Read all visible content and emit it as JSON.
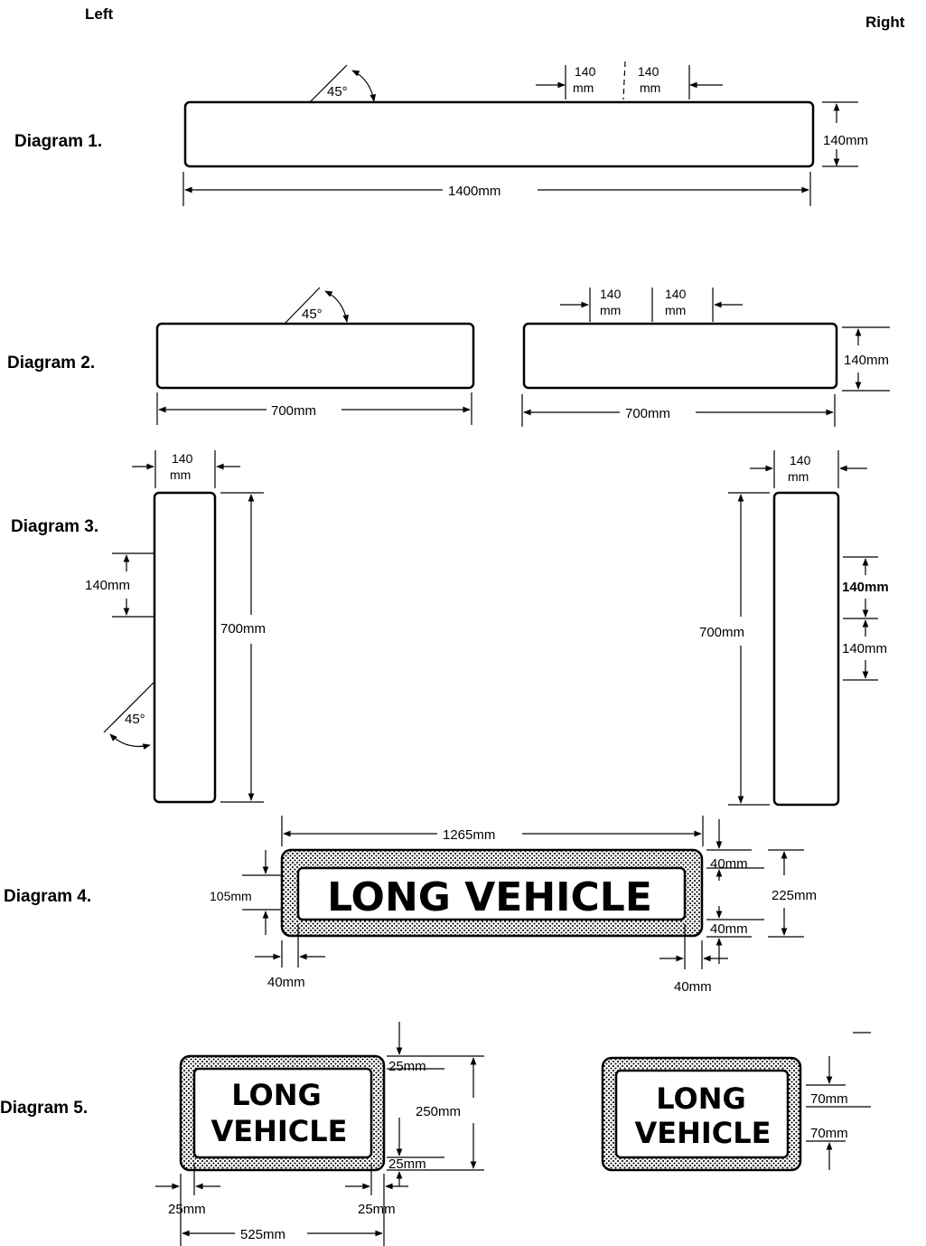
{
  "header": {
    "left": "Left",
    "right": "Right"
  },
  "diagrams": {
    "d1": {
      "label": "Diagram 1.",
      "angle": "45°",
      "stripe_a": "140\nmm",
      "stripe_b": "140\nmm",
      "height": "140mm",
      "width": "1400mm"
    },
    "d2": {
      "label": "Diagram 2.",
      "angle": "45°",
      "stripe_a": "140\nmm",
      "stripe_b": "140\nmm",
      "height": "140mm",
      "width_left": "700mm",
      "width_right": "700mm"
    },
    "d3": {
      "label": "Diagram 3.",
      "left_width": "140\nmm",
      "right_width": "140\nmm",
      "stripe_left": "140mm",
      "length_left": "700mm",
      "angle": "45°",
      "length_right": "700mm",
      "stripe_right_a": "140mm",
      "stripe_right_b": "140mm"
    },
    "d4": {
      "label": "Diagram 4.",
      "sign_text": "LONG VEHICLE",
      "width": "1265mm",
      "border_top": "40mm",
      "border_bottom": "40mm",
      "height": "225mm",
      "letter_height": "105mm",
      "border_left": "40mm",
      "border_right": "40mm"
    },
    "d5": {
      "label": "Diagram 5.",
      "sign_line1": "LONG",
      "sign_line2": "VEHICLE",
      "border_top": "25mm",
      "height": "250mm",
      "border_bottom": "25mm",
      "border_left": "25mm",
      "border_right": "25mm",
      "width": "525mm",
      "letter_a": "70mm",
      "letter_b": "70mm"
    }
  }
}
